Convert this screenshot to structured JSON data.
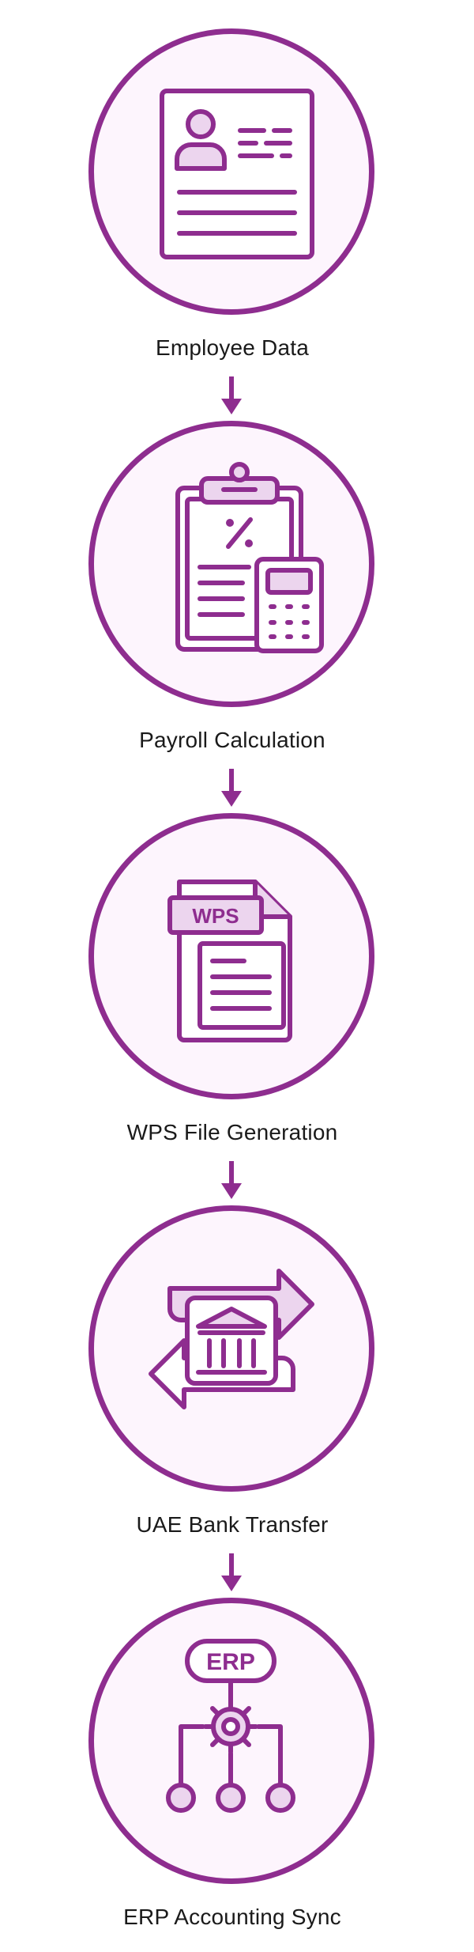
{
  "colors": {
    "accent": "#8e2d8f",
    "circle_fill": "#fdf5fd",
    "icon_fill_light": "#ecd5ee",
    "text": "#1a1a1a"
  },
  "steps": [
    {
      "label": "Employee Data",
      "icon": "resume-icon"
    },
    {
      "label": "Payroll Calculation",
      "icon": "clipboard-calculator-icon",
      "icon_text": "%"
    },
    {
      "label": "WPS File Generation",
      "icon": "wps-file-icon",
      "icon_text": "WPS"
    },
    {
      "label": "UAE Bank Transfer",
      "icon": "bank-transfer-icon"
    },
    {
      "label": "ERP Accounting Sync",
      "icon": "erp-gear-network-icon",
      "icon_text": "ERP"
    }
  ]
}
